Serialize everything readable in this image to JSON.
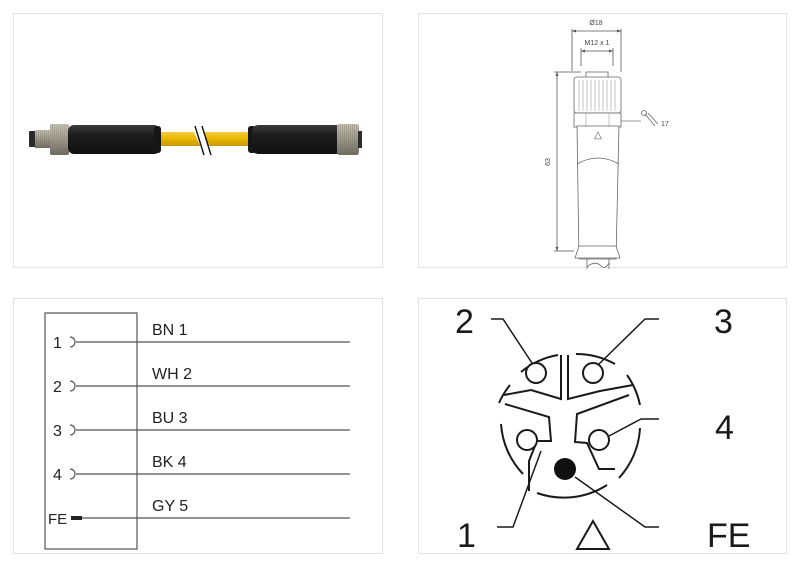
{
  "panels": {
    "photo": {
      "title": "Cable assembly product photo",
      "cable_color": "#e8b400",
      "overmold_color": "#1e1e1e",
      "coupling_color": "#9a9688",
      "left_end": "male M12 connector",
      "right_end": "female M12 connector",
      "break_mark": "//"
    },
    "dimension_drawing": {
      "diameter_label": "Ø18",
      "thread_label": "M12 x 1",
      "length_label": "63",
      "wrench_size_label": "17",
      "key_symbol": "△"
    },
    "wiring_diagram": {
      "wires": [
        {
          "pin": "1",
          "label": "BN 1",
          "terminal": "socket"
        },
        {
          "pin": "2",
          "label": "WH 2",
          "terminal": "socket"
        },
        {
          "pin": "3",
          "label": "BU 3",
          "terminal": "socket"
        },
        {
          "pin": "4",
          "label": "BK 4",
          "terminal": "socket"
        },
        {
          "pin": "FE",
          "label": "GY 5",
          "terminal": "ground"
        }
      ]
    },
    "pin_layout": {
      "labels": {
        "pin1": "1",
        "pin2": "2",
        "pin3": "3",
        "pin4": "4",
        "fe": "FE"
      },
      "key_symbol": "△"
    }
  }
}
